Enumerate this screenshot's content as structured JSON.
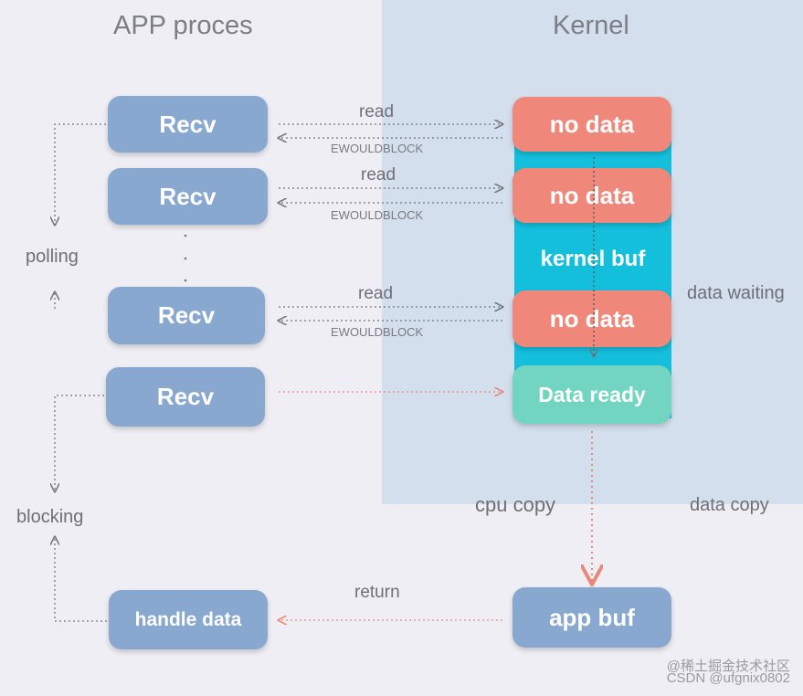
{
  "titles": {
    "app": "APP proces",
    "kernel": "Kernel"
  },
  "recv_label": "Recv",
  "no_data_label": "no data",
  "kernel_buf_label": "kernel buf",
  "data_ready_label": "Data ready",
  "app_buf_label": "app buf",
  "handle_data_label": "handle data",
  "read_label": "read",
  "ewouldblock_label": "EWOULDBLOCK",
  "return_label": "return",
  "polling_label": "polling",
  "blocking_label": "blocking",
  "data_waiting_label": "data waiting",
  "cpu_copy_label": "cpu copy",
  "data_copy_label": "data copy",
  "watermark": {
    "line1": "@稀土掘金技术社区",
    "line2": "CSDN @ufgnix0802"
  },
  "colors": {
    "background": "#efeef4",
    "kernel_panel": "#d3dfed",
    "recv_box": "#89a8cf",
    "no_data_box": "#ef887b",
    "kernel_buf": "#14bfdc",
    "data_ready_box": "#71d5c1",
    "copy_arrow": "#e9877b"
  }
}
